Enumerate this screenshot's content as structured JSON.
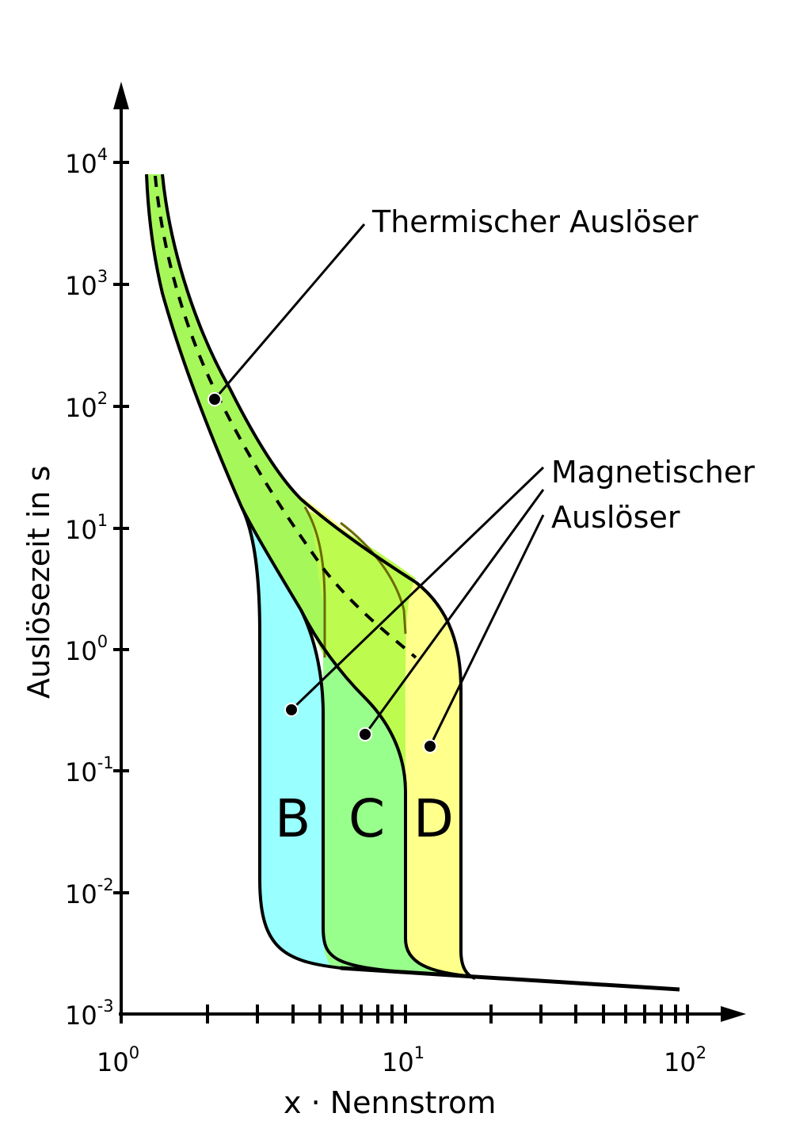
{
  "chart_data": {
    "type": "area",
    "title": "",
    "xlabel": "x · Nennstrom",
    "ylabel": "Auslösezeit in s",
    "xscale": "log",
    "yscale": "log",
    "xlim": [
      1,
      100
    ],
    "ylim": [
      0.001,
      10000
    ],
    "x_tick_labels": [
      {
        "base": "10",
        "exp": "0"
      },
      {
        "base": "10",
        "exp": "1"
      },
      {
        "base": "10",
        "exp": "2"
      }
    ],
    "y_tick_labels": [
      {
        "base": "10",
        "exp": "4"
      },
      {
        "base": "10",
        "exp": "3"
      },
      {
        "base": "10",
        "exp": "2"
      },
      {
        "base": "10",
        "exp": "1"
      },
      {
        "base": "10",
        "exp": "0"
      },
      {
        "base": "10",
        "exp": "-1"
      },
      {
        "base": "10",
        "exp": "-2"
      },
      {
        "base": "10",
        "exp": "-3"
      }
    ],
    "grid": false,
    "series": [
      {
        "name": "Thermischer Auslöser",
        "color": "#a6f75a",
        "x_range": [
          1.2,
          10
        ],
        "t_range_s": [
          10000,
          1
        ]
      },
      {
        "name": "B",
        "color": "#99ffff",
        "magnetic_trip_x": [
          3,
          5
        ]
      },
      {
        "name": "C",
        "color": "#99ff8c",
        "magnetic_trip_x": [
          5,
          10
        ]
      },
      {
        "name": "D",
        "color": "#ffff8c",
        "magnetic_trip_x": [
          10,
          16
        ]
      }
    ],
    "annotations": [
      {
        "text": "Thermischer Auslöser",
        "points_to": "thermal band"
      },
      {
        "text": "Magnetischer Auslöser",
        "points_to": [
          "B",
          "C",
          "D"
        ]
      }
    ]
  },
  "labels": {
    "thermal": "Thermischer Auslöser",
    "magnetic_line1": "Magnetischer",
    "magnetic_line2": "Auslöser",
    "curve_b": "B",
    "curve_c": "C",
    "curve_d": "D",
    "xlabel": "x · Nennstrom",
    "ylabel": "Auslösezeit in s"
  },
  "colors": {
    "thermal_band": "#a6f75a",
    "overlap_band": "#bdfb4f",
    "b_fill": "#99ffff",
    "c_fill": "#99ff8c",
    "d_fill": "#ffff8c",
    "stroke": "#000000",
    "inner_stroke": "#6b6b00"
  }
}
